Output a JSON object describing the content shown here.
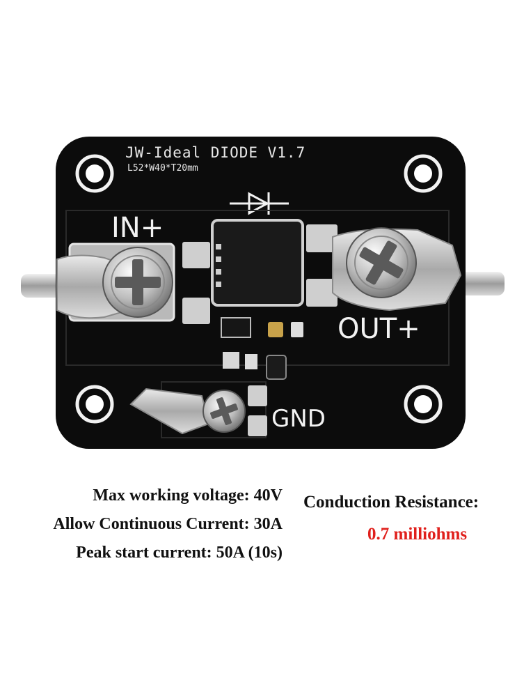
{
  "board": {
    "title": "JW-Ideal DIODE V1.7",
    "dimensions": "L52*W40*T20mm",
    "terminal_in": "IN+",
    "terminal_out": "OUT+",
    "terminal_gnd": "GND"
  },
  "specs": {
    "max_voltage": "Max working voltage: 40V",
    "continuous_current": "Allow Continuous Current: 30A",
    "peak_current": "Peak start current: 50A (10s)",
    "resistance_label": "Conduction Resistance:",
    "resistance_value": "0.7 milliohms"
  },
  "colors": {
    "pcb": "#0c0c0c",
    "highlight_text": "#e0201c"
  }
}
